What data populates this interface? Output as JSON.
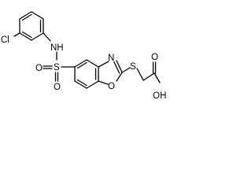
{
  "molecule": {
    "atoms": {
      "chlorine": "Cl",
      "amine": "NH",
      "sulfur_sulfonyl": "S",
      "oxygen_sulfonyl_top": "O",
      "oxygen_sulfonyl_bottom": "O",
      "nitrogen_oxazole": "N",
      "oxygen_oxazole": "O",
      "sulfur_thioether": "S",
      "oxygen_carbonyl": "O",
      "hydroxyl": "OH"
    }
  }
}
